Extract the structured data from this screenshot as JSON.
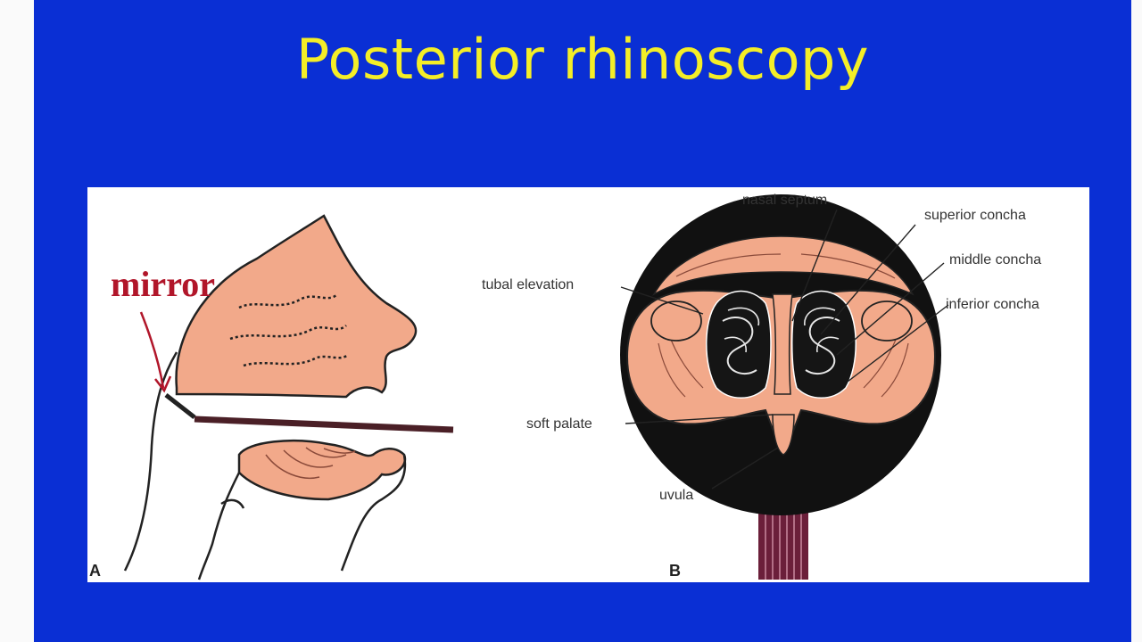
{
  "slide": {
    "title": "Posterior rhinoscopy",
    "colors": {
      "background": "#0a2fd4",
      "title": "#f4ee27",
      "annotation": "#b1162a",
      "tissue": "#f2a98a"
    }
  },
  "figure": {
    "panel_a": {
      "letter": "A",
      "annotation": "mirror"
    },
    "panel_b": {
      "letter": "B",
      "labels": {
        "nasal_septum": "nasal septum",
        "superior_concha": "superior concha",
        "middle_concha": "middle concha",
        "tubal_elevation": "tubal elevation",
        "inferior_concha": "inferior concha",
        "soft_palate": "soft palate",
        "uvula": "uvula"
      }
    }
  }
}
